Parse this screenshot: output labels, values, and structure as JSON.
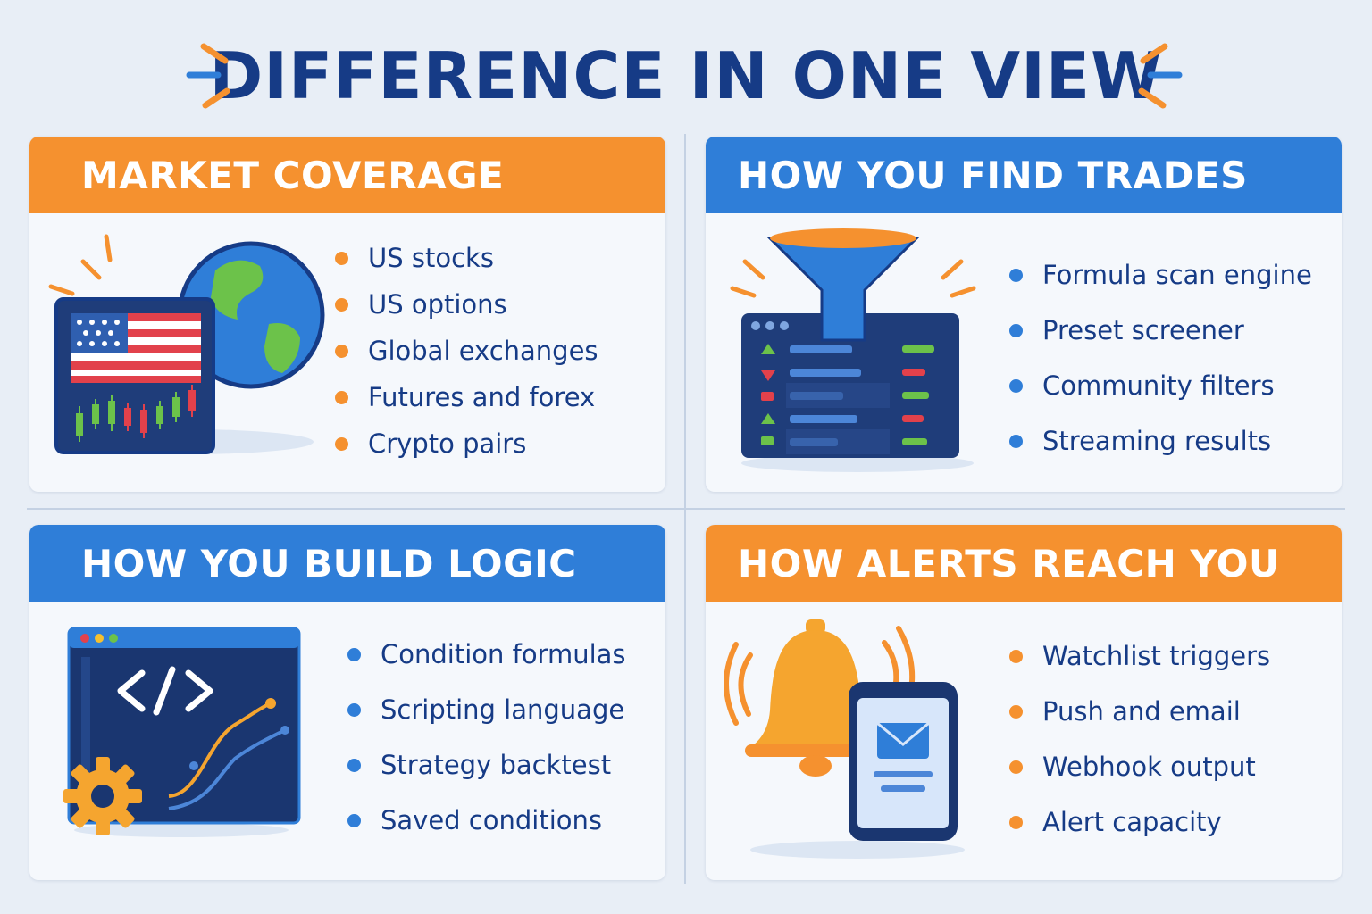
{
  "title": "DIFFERENCE IN ONE VIEW",
  "colors": {
    "title": "#163b86",
    "orange": "#f5912f",
    "blue": "#2f7ed8",
    "text": "#163b86",
    "background": "#e8eef6"
  },
  "panels": [
    {
      "heading": "MARKET COVERAGE",
      "header_color": "orange",
      "icon": "globe-flag-chart-icon",
      "bullet_color": "#f5912f",
      "items": [
        "US stocks",
        "US options",
        "Global exchanges",
        "Futures and forex",
        "Crypto pairs"
      ]
    },
    {
      "heading": "HOW YOU FIND TRADES",
      "header_color": "blue",
      "icon": "funnel-screener-icon",
      "bullet_color": "#2f7ed8",
      "items": [
        "Formula scan engine",
        "Preset screener",
        "Community filters",
        "Streaming results"
      ]
    },
    {
      "heading": "HOW YOU BUILD LOGIC",
      "header_color": "blue",
      "icon": "code-window-gear-icon",
      "bullet_color": "#2f7ed8",
      "items": [
        "Condition formulas",
        "Scripting language",
        "Strategy backtest",
        "Saved conditions"
      ]
    },
    {
      "heading": "HOW  ALERTS REACH YOU",
      "header_color": "orange",
      "icon": "bell-phone-icon",
      "bullet_color": "#f5912f",
      "items": [
        "Watchlist triggers",
        "Push and email",
        "Webhook output",
        "Alert capacity"
      ]
    }
  ]
}
